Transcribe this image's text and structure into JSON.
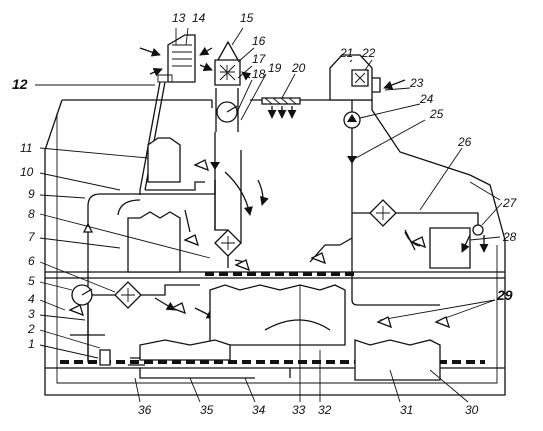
{
  "figure": {
    "callouts": [
      "1",
      "2",
      "3",
      "4",
      "5",
      "6",
      "7",
      "8",
      "9",
      "10",
      "11",
      "12",
      "13",
      "14",
      "15",
      "16",
      "17",
      "18",
      "19",
      "20",
      "21",
      "22",
      "23",
      "24",
      "25",
      "26",
      "27",
      "28",
      "29",
      "30",
      "31",
      "32",
      "33",
      "34",
      "35",
      "36"
    ]
  },
  "colors": {
    "ink": "#111111",
    "paper": "#ffffff"
  },
  "icons": [
    "fan-icon",
    "filter-icon",
    "valve-icon",
    "heater-coil-icon",
    "arrow-icon"
  ]
}
